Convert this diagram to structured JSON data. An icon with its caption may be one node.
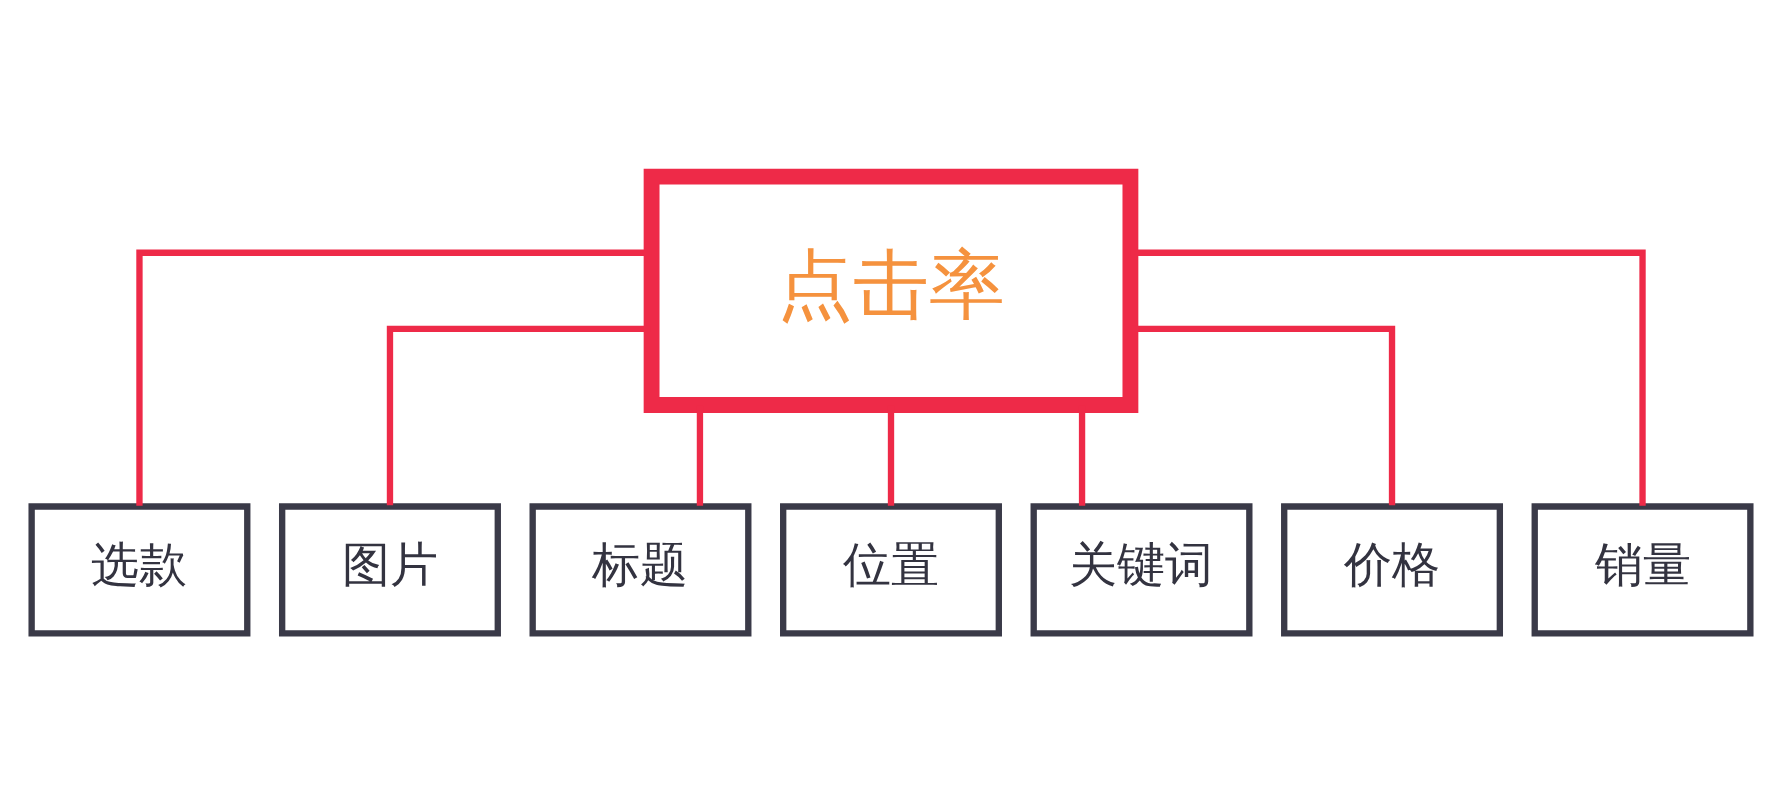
{
  "diagram": {
    "nodes": [
      {
        "text": [
          "点击率"
        ]
      },
      {
        "text": [
          "选款"
        ]
      },
      {
        "text": [
          "图片"
        ]
      },
      {
        "text": [
          "标题"
        ]
      },
      {
        "text": [
          "位置"
        ]
      },
      {
        "text": [
          "关键词"
        ]
      },
      {
        "text": [
          "价格"
        ]
      },
      {
        "text": [
          "销量"
        ]
      }
    ],
    "edges": [
      {
        "from": 0,
        "to": 1,
        "arrow": "none"
      },
      {
        "from": 0,
        "to": 2,
        "arrow": "none"
      },
      {
        "from": 0,
        "to": 3,
        "arrow": "none"
      },
      {
        "from": 0,
        "to": 4,
        "arrow": "none"
      },
      {
        "from": 0,
        "to": 5,
        "arrow": "none"
      },
      {
        "from": 0,
        "to": 6,
        "arrow": "none"
      },
      {
        "from": 0,
        "to": 7,
        "arrow": "none"
      }
    ]
  }
}
